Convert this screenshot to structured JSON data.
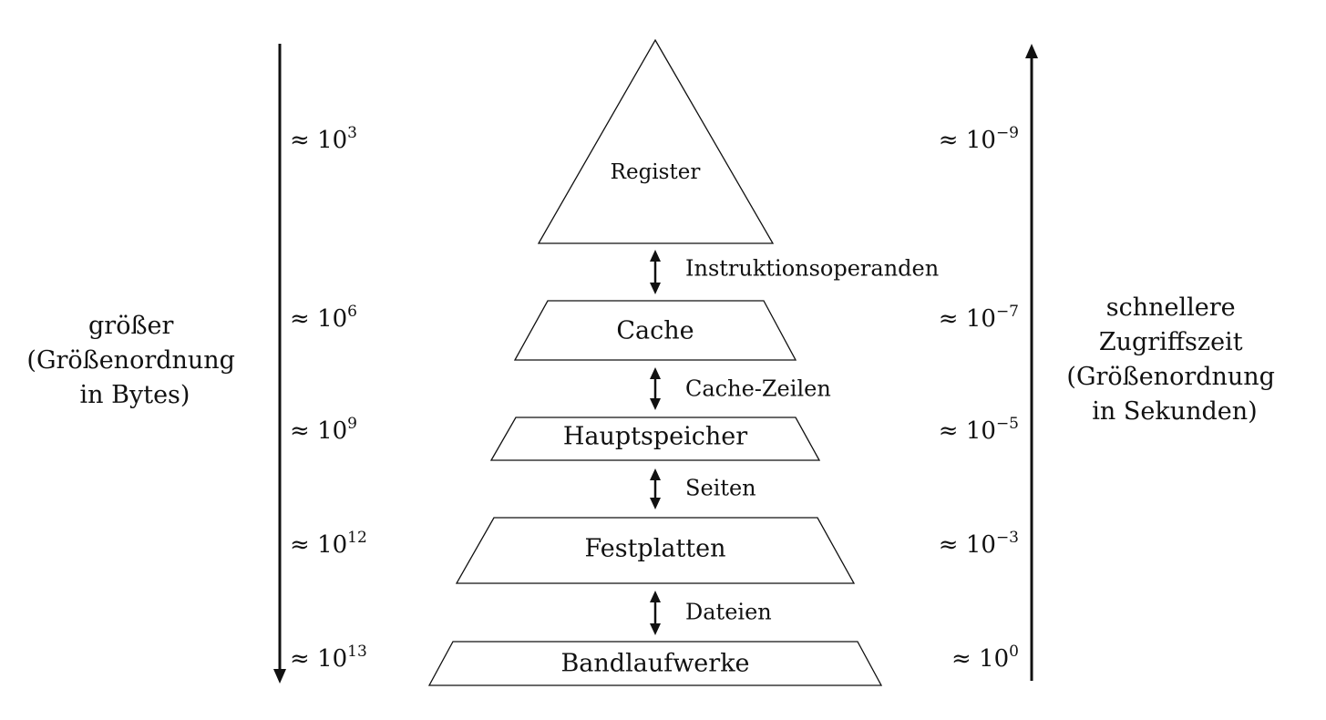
{
  "levels": [
    {
      "name": "Register",
      "size_base": "10",
      "size_exp": "3",
      "time_base": "10",
      "time_exp": "−9"
    },
    {
      "name": "Cache",
      "size_base": "10",
      "size_exp": "6",
      "time_base": "10",
      "time_exp": "−7"
    },
    {
      "name": "Hauptspeicher",
      "size_base": "10",
      "size_exp": "9",
      "time_base": "10",
      "time_exp": "−5"
    },
    {
      "name": "Festplatten",
      "size_base": "10",
      "size_exp": "12",
      "time_base": "10",
      "time_exp": "−3"
    },
    {
      "name": "Bandlaufwerke",
      "size_base": "10",
      "size_exp": "13",
      "time_base": "10",
      "time_exp": "0"
    }
  ],
  "transfers": [
    "Instruktionsoperanden",
    "Cache-Zeilen",
    "Seiten",
    "Dateien"
  ],
  "approx_symbol": "≈",
  "left_axis": {
    "lines": [
      "größer",
      "(Größenordnung",
      "in Bytes)"
    ]
  },
  "right_axis": {
    "lines": [
      "schnellere",
      "Zugriffszeit",
      "(Größenordnung",
      "in Sekunden)"
    ]
  }
}
